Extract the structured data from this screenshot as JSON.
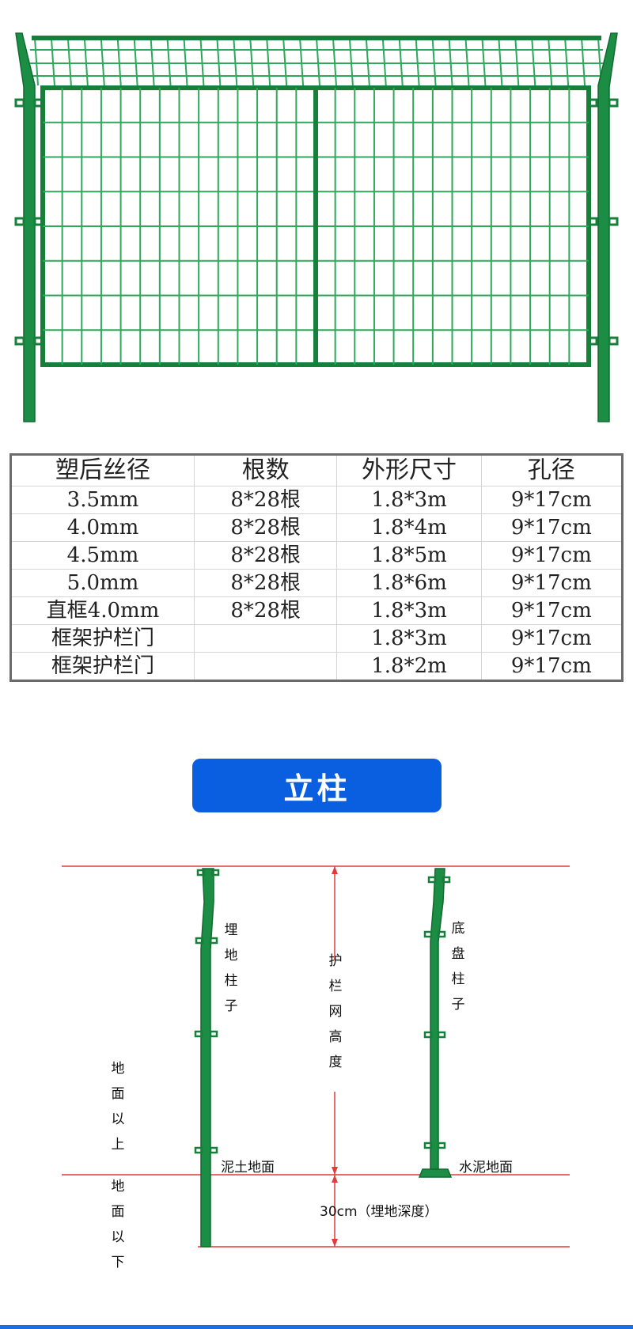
{
  "colors": {
    "fence_green": "#1f9a4a",
    "frame_green": "#16803a",
    "accent_blue": "#0a5fe0",
    "guide_red": "#e23b3b"
  },
  "spec_table": {
    "headers": [
      "塑后丝径",
      "根数",
      "外形尺寸",
      "孔径"
    ],
    "rows": [
      [
        "3.5mm",
        "8*28根",
        "1.8*3m",
        "9*17cm"
      ],
      [
        "4.0mm",
        "8*28根",
        "1.8*4m",
        "9*17cm"
      ],
      [
        "4.5mm",
        "8*28根",
        "1.8*5m",
        "9*17cm"
      ],
      [
        "5.0mm",
        "8*28根",
        "1.8*6m",
        "9*17cm"
      ],
      [
        "直框4.0mm",
        "8*28根",
        "1.8*3m",
        "9*17cm"
      ],
      [
        "框架护栏门",
        "",
        "1.8*3m",
        "9*17cm"
      ],
      [
        "框架护栏门",
        "",
        "1.8*2m",
        "9*17cm"
      ]
    ]
  },
  "section_title": "立柱",
  "post_diagram": {
    "buried_post_label": "埋地柱子",
    "base_post_label": "底盘柱子",
    "height_label": "护栏网高度",
    "above_ground_label": "地面以上",
    "below_ground_label": "地面以下",
    "soil_ground_label": "泥土地面",
    "cement_ground_label": "水泥地面",
    "depth_label": "30cm（埋地深度）"
  }
}
